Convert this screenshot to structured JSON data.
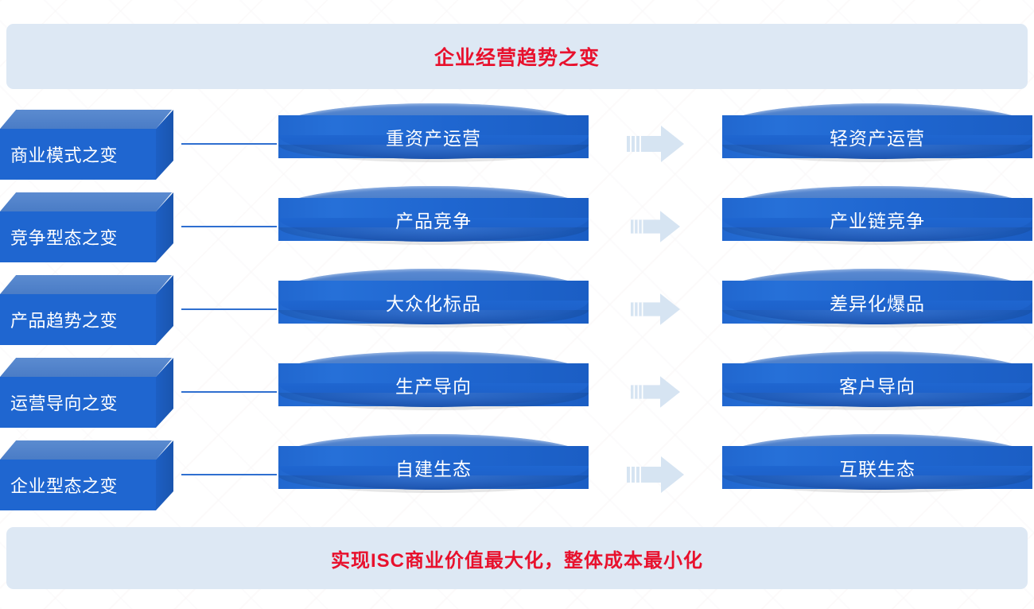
{
  "header": {
    "title": "企业经营趋势之变",
    "bg_color": "#dde8f4",
    "text_color": "#e8112d"
  },
  "footer": {
    "title": "实现ISC商业价值最大化，整体成本最小化",
    "bg_color": "#dde8f4",
    "text_color": "#e8112d"
  },
  "theme": {
    "cylinder_body": "#1f66d0",
    "cylinder_top": "#4b7ec9",
    "box_front": "#1f66d0",
    "box_top": "#4a7cc6",
    "box_side": "#1a55ae",
    "connector": "#2f6fd0",
    "arrow": "#d6e4f2"
  },
  "rows": [
    {
      "label": "商业模式之变",
      "from": "重资产运营",
      "to": "轻资产运营",
      "arrow": "right-arrow-icon"
    },
    {
      "label": "竞争型态之变",
      "from": "产品竞争",
      "to": "产业链竞争",
      "arrow": "right-arrow-icon"
    },
    {
      "label": "产品趋势之变",
      "from": "大众化标品",
      "to": "差异化爆品",
      "arrow": "right-arrow-icon"
    },
    {
      "label": "运营导向之变",
      "from": "生产导向",
      "to": "客户导向",
      "arrow": "right-arrow-icon"
    },
    {
      "label": "企业型态之变",
      "from": "自建生态",
      "to": "互联生态",
      "arrow": "right-arrow-icon"
    }
  ]
}
